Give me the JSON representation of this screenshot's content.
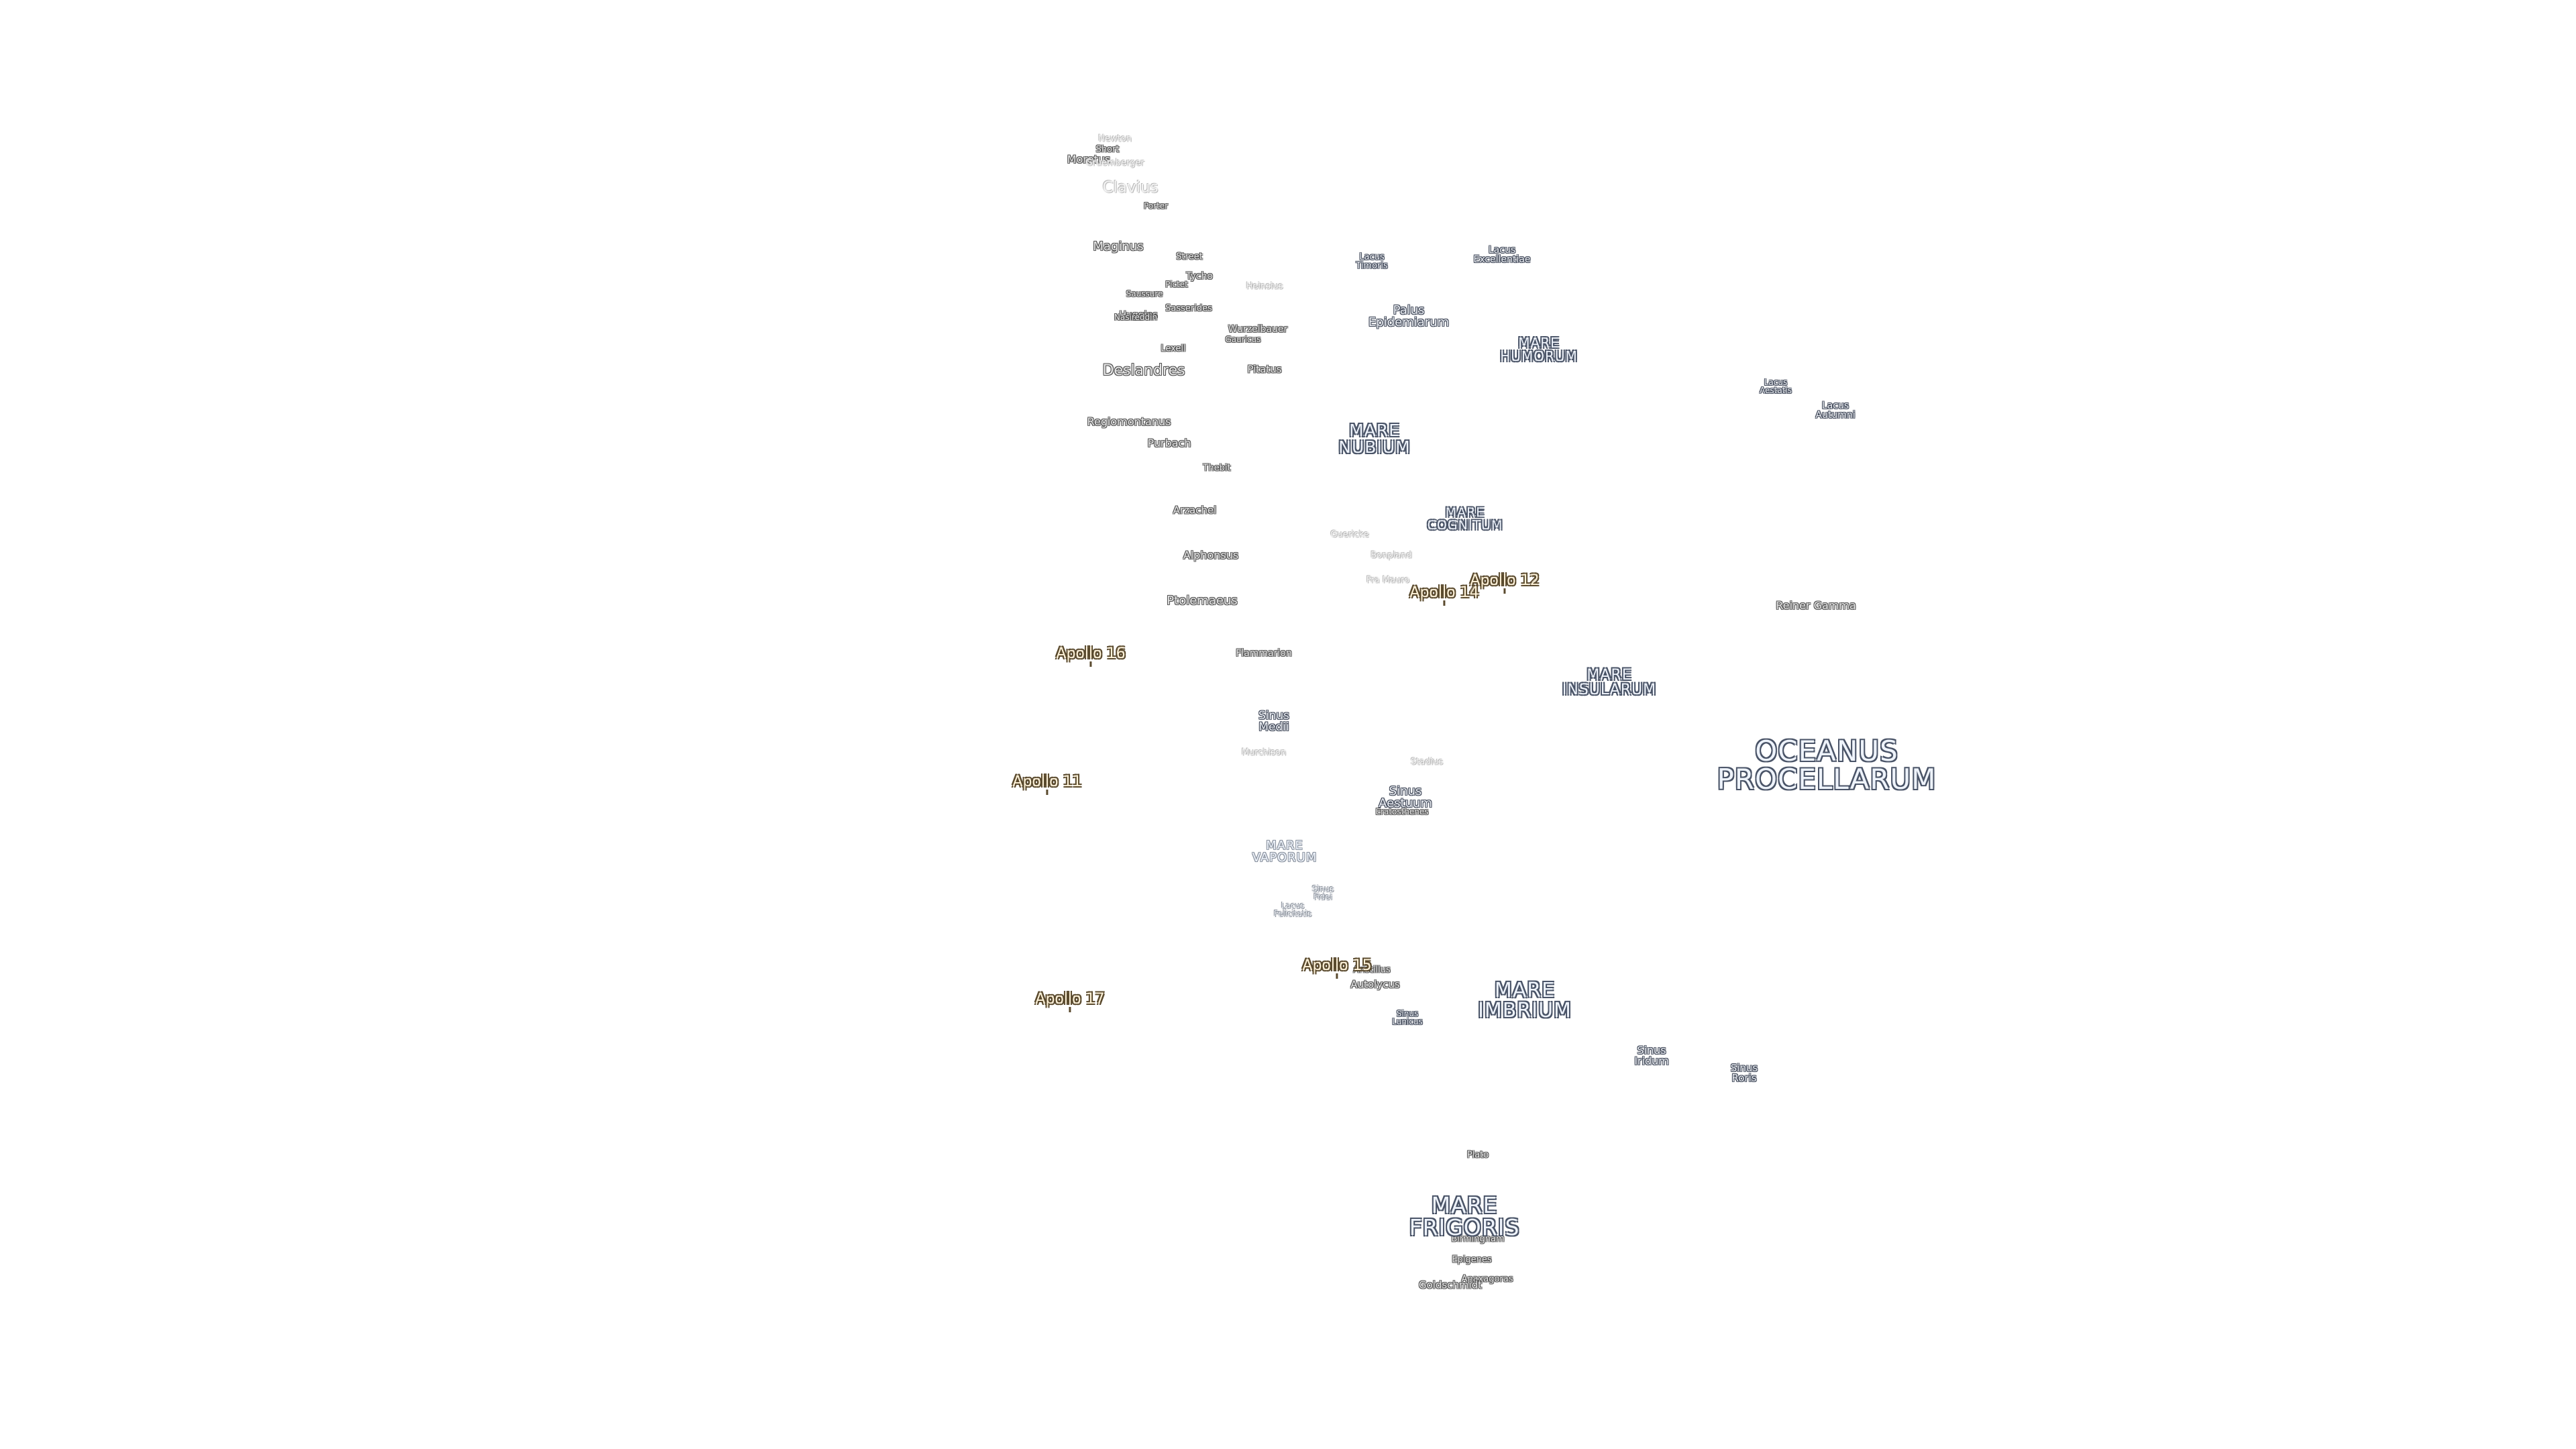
{
  "colors": {
    "background": "#ffffff",
    "crater_text": "#e8e8e8",
    "crater_outline": "#555555",
    "mare_text": "#eef3fb",
    "mare_outline": "#4b5568",
    "apollo_text": "#fff3d9",
    "apollo_outline": "#5a4a2e"
  },
  "apollo": {
    "a11": "Apollo 11",
    "a12": "Apollo 12",
    "a14": "Apollo 14",
    "a15": "Apollo 15",
    "a16": "Apollo 16",
    "a17": "Apollo 17"
  },
  "maria": {
    "oceanus_procellarum": "OCEANUS\nPROCELLARUM",
    "imbrium": "MARE\nIMBRIUM",
    "frigoris": "MARE\nFRIGORIS",
    "nubium": "MARE\nNUBIUM",
    "humorum": "MARE\nHUMORUM",
    "cognitum": "MARE\nCOGNITUM",
    "insularum": "MARE\nINSULARUM",
    "vaporum": "MARE\nVAPORUM"
  },
  "lakes": {
    "lacus_timoris": "Lacus\nTimoris",
    "lacus_excellentiae": "Lacus\nExcellentiae",
    "palus_epidemiarum": "Palus\nEpidemiarum",
    "lacus_aestatis": "Lacus\nAestatis",
    "lacus_autumni": "Lacus\nAutumni",
    "sinus_medii": "Sinus\nMedii",
    "sinus_aestuum": "Sinus\nAestuum",
    "sinus_fidei": "Sinus\nFidei",
    "lacus_felicitatis": "Lacus\nFelicitatis",
    "sinus_lunicus": "Sinus\nLunicus",
    "sinus_iridum": "Sinus\nIridum",
    "sinus_roris": "Sinus\nRoris"
  },
  "craters": {
    "newton": "Newton",
    "short": "Short",
    "moretus": "Moretus",
    "gruemberger": "Gruemberger",
    "clavius": "Clavius",
    "porter": "Porter",
    "maginus": "Maginus",
    "street": "Street",
    "tycho": "Tycho",
    "pictet": "Pictet",
    "saussure": "Saussure",
    "heinsius": "Heinsius",
    "sasserides": "Sasserides",
    "huggins": "Huggins",
    "nasireddin": "Nasireddin",
    "wurzelbauer": "Wurzelbauer",
    "gauricus": "Gauricus",
    "lexell": "Lexell",
    "deslandres": "Deslandres",
    "pitatus": "Pitatus",
    "regiomontanus": "Regiomontanus",
    "purbach": "Purbach",
    "thebit": "Thebit",
    "arzachel": "Arzachel",
    "guericke": "Guericke",
    "alphonsus": "Alphonsus",
    "bonpland": "Bonpland",
    "fra_mauro": "Fra Mauro",
    "ptolemaeus": "Ptolemaeus",
    "reiner_gamma": "Reiner Gamma",
    "flammarion": "Flammarion",
    "murchison": "Murchison",
    "stadius": "Stadius",
    "eratosthenes": "Eratosthenes",
    "aristillus": "Aristillus",
    "autolycus": "Autolycus",
    "plato": "Plato",
    "birmingham": "Birmingham",
    "epigenes": "Epigenes",
    "anaxagoras": "Anaxagoras",
    "goldschmidt": "Goldschmidt"
  }
}
